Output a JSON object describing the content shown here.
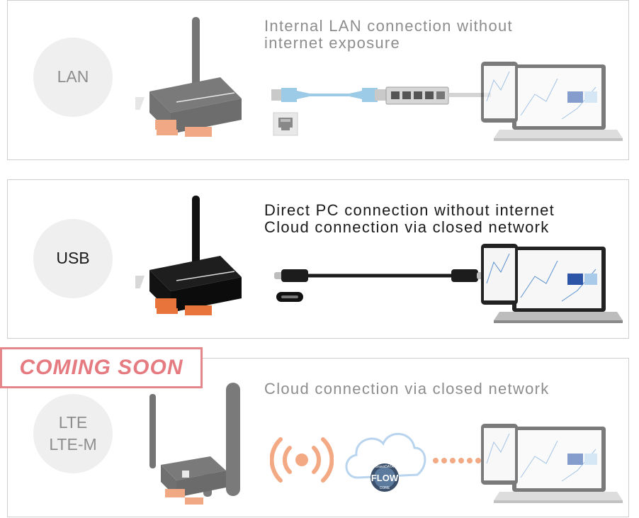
{
  "colors": {
    "accent": "#e57a80",
    "orange": "#e9743b",
    "cable_blue": "#9ccbe7",
    "cloud_blue": "#b9d4ee",
    "panel_border": "#cfcfcf",
    "circle_bg": "#efefef"
  },
  "sections": [
    {
      "id": "lan",
      "label": "LAN",
      "headline": [
        "Internal LAN connection without",
        "internet exposure"
      ],
      "active": false,
      "icons": [
        "lan-cable-icon",
        "network-switch-icon",
        "rj45-port-icon",
        "laptop-tablet-icon",
        "device-icon"
      ]
    },
    {
      "id": "usb",
      "label": "USB",
      "headline": [
        "Direct PC connection without internet",
        "Cloud connection via closed network"
      ],
      "active": true,
      "icons": [
        "usb-c-cable-icon",
        "usb-c-port-icon",
        "laptop-tablet-icon",
        "device-icon"
      ]
    },
    {
      "id": "lte",
      "label": [
        "LTE",
        "LTE-M"
      ],
      "headline": [
        "Cloud connection via closed network"
      ],
      "active": false,
      "icons": [
        "wireless-signal-icon",
        "cloud-icon",
        "laptop-tablet-icon",
        "device-icon"
      ]
    }
  ],
  "badge": {
    "coming_soon": "COMING SOON"
  },
  "cloud_logo": {
    "top": "BravoDATA",
    "mid": "FLOW",
    "bottom": "CORE"
  }
}
